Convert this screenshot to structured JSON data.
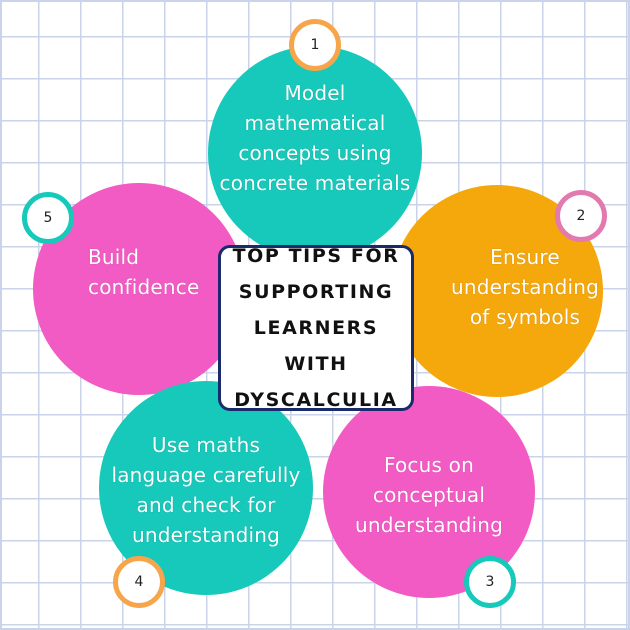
{
  "center": {
    "title_lines": [
      "TOP TIPS FOR",
      "SUPPORTING",
      "LEARNERS WITH",
      "DYSCALCULIA"
    ]
  },
  "tips": [
    {
      "number": "1",
      "lines": [
        "Model",
        "mathematical",
        "concepts using",
        "concrete materials"
      ],
      "color": "#16c9bb",
      "badge_border": "#f7a54a"
    },
    {
      "number": "2",
      "lines": [
        "Ensure",
        "understanding",
        "of symbols"
      ],
      "color": "#f5a80c",
      "badge_border": "#e27ab0"
    },
    {
      "number": "3",
      "lines": [
        "Focus on",
        "conceptual",
        "understanding"
      ],
      "color": "#f25bc4",
      "badge_border": "#16c9bb"
    },
    {
      "number": "4",
      "lines": [
        "Use maths",
        "language carefully",
        "and check for",
        "understanding"
      ],
      "color": "#16c9bb",
      "badge_border": "#f7a54a"
    },
    {
      "number": "5",
      "lines": [
        "Build",
        "confidence"
      ],
      "color": "#f25bc4",
      "badge_border": "#16c9bb"
    }
  ]
}
